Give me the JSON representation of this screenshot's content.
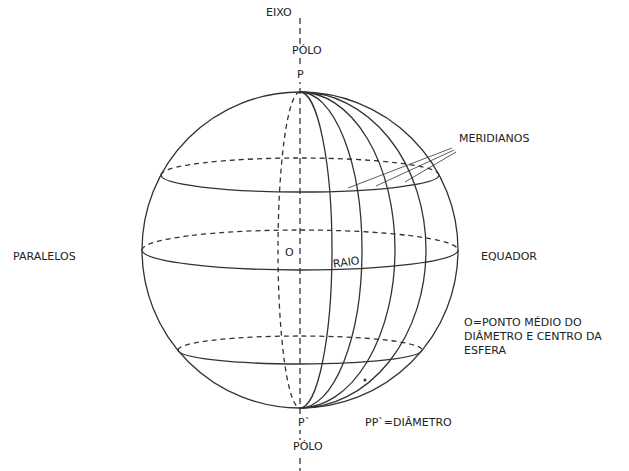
{
  "diagram": {
    "labels": [
      "EIXO",
      "PÓLO",
      "P",
      "MERIDIANOS",
      "PARALELOS",
      "O",
      "RAIO",
      "EQUADOR",
      "O=PONTO MÉDIO DO DIÂMETRO E CENTRO DA ESFERA",
      "P`",
      "PP`=DIÂMETRO",
      "PÓLO"
    ]
  }
}
